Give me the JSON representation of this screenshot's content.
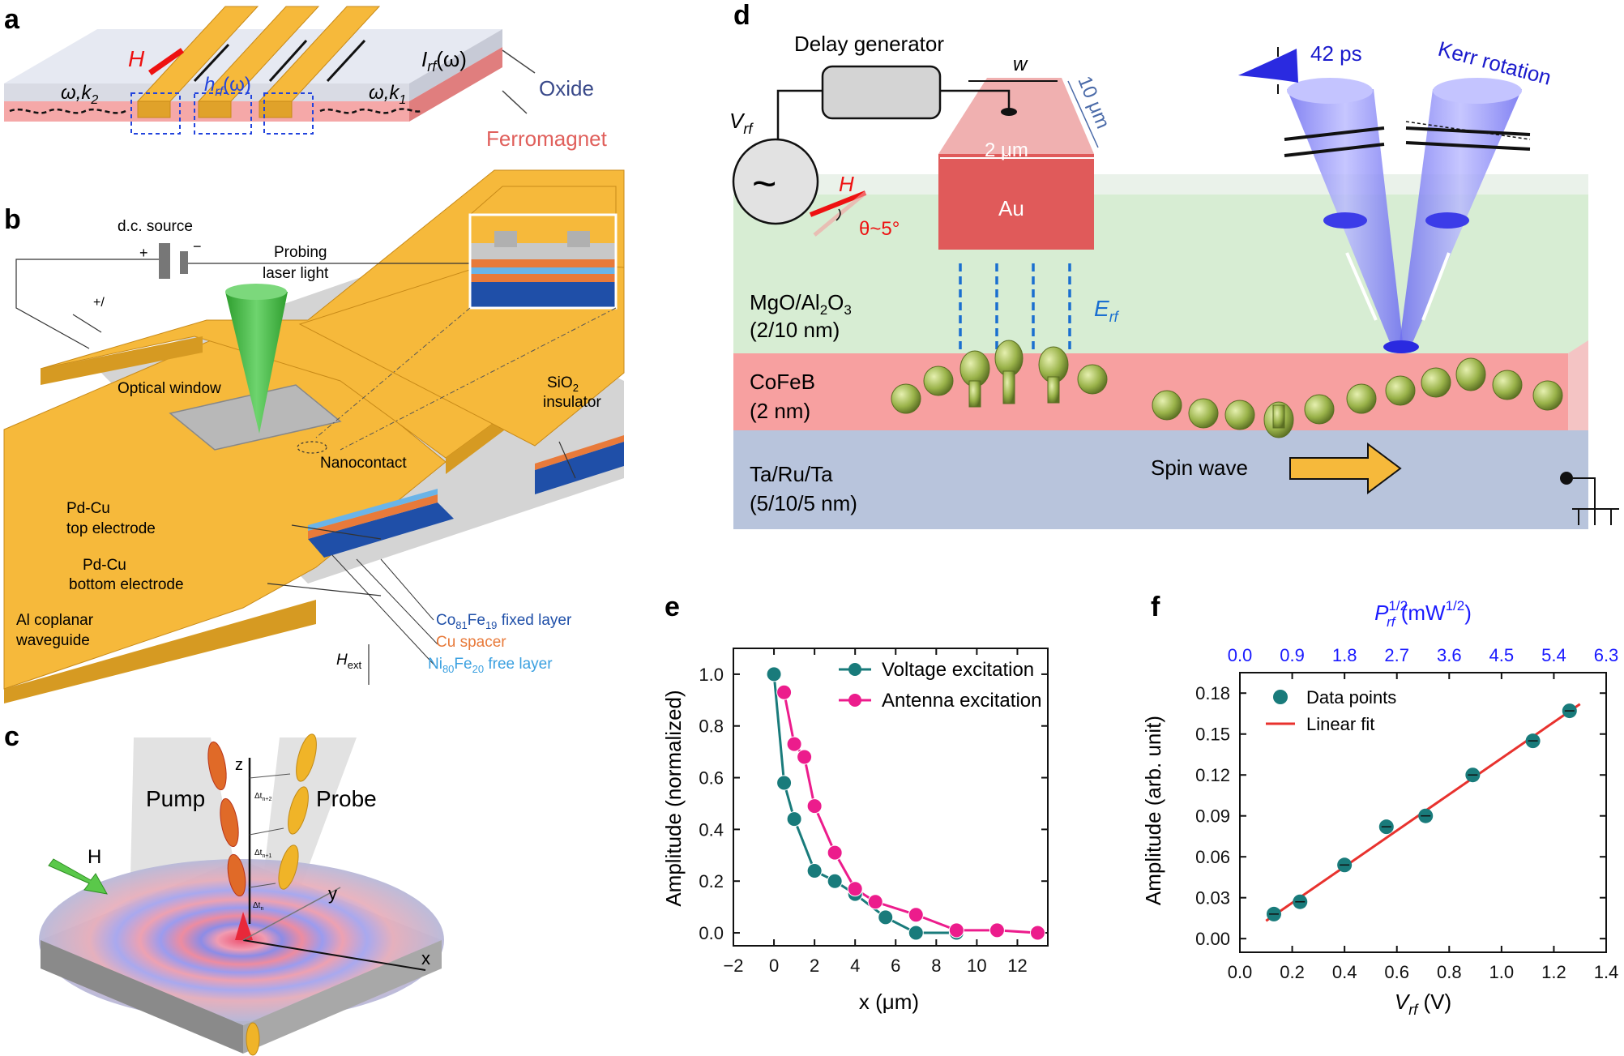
{
  "panel_labels": {
    "a": "a",
    "b": "b",
    "c": "c",
    "d": "d",
    "e": "e",
    "f": "f"
  },
  "panel_a": {
    "field": "H",
    "current": "I",
    "current_sub": "rf",
    "current_arg": "(ω)",
    "h_main": "h",
    "h_sub": "rf",
    "h_arg": "(ω)",
    "wave_left": "ω,k",
    "wave_left_sub": "2",
    "wave_right": "ω,k",
    "wave_right_sub": "1",
    "oxide": "Oxide",
    "ferromagnet": "Ferromagnet"
  },
  "panel_b": {
    "dc_source": "d.c. source",
    "plus": "+",
    "minus": "−",
    "plus_minus": "+/",
    "probe_l1": "Probing",
    "probe_l2": "laser light",
    "optical_window": "Optical window",
    "sio2_a": "SiO",
    "sio2_sub": "2",
    "sio2_b": "insulator",
    "nanocontact": "Nanocontact",
    "top_e1": "Pd-Cu",
    "top_e2": "top electrode",
    "bot_e1": "Pd-Cu",
    "bot_e2": "bottom electrode",
    "wg1": "Al coplanar",
    "wg2": "waveguide",
    "co_a": "Co",
    "co_s1": "81",
    "co_b": "Fe",
    "co_s2": "19",
    "co_c": " fixed layer",
    "cu": "Cu spacer",
    "ni_a": "Ni",
    "ni_s1": "80",
    "ni_b": "Fe",
    "ni_s2": "20",
    "ni_c": " free layer",
    "hext": "H",
    "hext_sub": "ext"
  },
  "panel_c": {
    "pump": "Pump",
    "probe": "Probe",
    "field": "H",
    "z": "z",
    "y": "y",
    "x": "x",
    "dt0": "Δt",
    "dt0_sub": "n",
    "dt1": "Δt",
    "dt1_sub": "n+1",
    "dt2": "Δt",
    "dt2_sub": "n+2"
  },
  "panel_d": {
    "delay_gen": "Delay generator",
    "vrf": "V",
    "vrf_sub": "rf",
    "tilde": "~",
    "w": "w",
    "width": "2 μm",
    "length": "10 μm",
    "au": "Au",
    "field": "H",
    "theta": "θ~5°",
    "mgo_l1": "MgO/Al",
    "mgo_s1": "2",
    "mgo_l1b": "O",
    "mgo_s2": "3",
    "mgo_l2": "(2/10 nm)",
    "erf": "E",
    "erf_sub": "rf",
    "cofeb_l1": "CoFeB",
    "cofeb_l2": "(2 nm)",
    "ta_l1": "Ta/Ru/Ta",
    "ta_l2": "(5/10/5 nm)",
    "spin_wave": "Spin wave",
    "pulse": "42 ps",
    "kerr": "Kerr rotation"
  },
  "colors": {
    "teal": "#197b7b",
    "pink": "#ec1c8c",
    "fit": "#e8322e",
    "blue_axis": "#1a1aff",
    "gold": "#f6b93b",
    "au_red": "#e05a5a"
  },
  "chart_data": [
    {
      "panel": "e",
      "type": "line",
      "title": "",
      "xlabel": "x (μm)",
      "ylabel": "Amplitude (normalized)",
      "xlim": [
        -2,
        13.5
      ],
      "ylim": [
        -0.05,
        1.1
      ],
      "xticks": [
        "−2",
        "0",
        "2",
        "4",
        "6",
        "8",
        "10",
        "12"
      ],
      "xtick_values": [
        -2,
        0,
        2,
        4,
        6,
        8,
        10,
        12
      ],
      "yticks": [
        "0.0",
        "0.2",
        "0.4",
        "0.6",
        "0.8",
        "1.0"
      ],
      "ytick_values": [
        0,
        0.2,
        0.4,
        0.6,
        0.8,
        1.0
      ],
      "legend_position": "top-right",
      "series": [
        {
          "name": "Voltage excitation",
          "color": "#197b7b",
          "x": [
            0,
            0.5,
            1,
            2,
            3,
            4,
            5.5,
            7,
            9
          ],
          "y": [
            1.0,
            0.58,
            0.44,
            0.24,
            0.2,
            0.15,
            0.06,
            0.0,
            0.0
          ]
        },
        {
          "name": "Antenna excitation",
          "color": "#ec1c8c",
          "x": [
            0.5,
            1,
            1.5,
            2,
            3,
            4,
            5,
            7,
            9,
            11,
            13
          ],
          "y": [
            0.93,
            0.73,
            0.68,
            0.49,
            0.31,
            0.17,
            0.12,
            0.07,
            0.01,
            0.01,
            0.0
          ]
        }
      ]
    },
    {
      "panel": "f",
      "type": "scatter",
      "title": "",
      "xlabel": "V_rf (V)",
      "ylabel": "Amplitude (arb. unit)",
      "top_xlabel": "P_rf^1/2 (mW^1/2)",
      "xlim": [
        0,
        1.4
      ],
      "ylim": [
        -0.01,
        0.195
      ],
      "xticks": [
        "0.0",
        "0.2",
        "0.4",
        "0.6",
        "0.8",
        "1.0",
        "1.2",
        "1.4"
      ],
      "xtick_values": [
        0,
        0.2,
        0.4,
        0.6,
        0.8,
        1.0,
        1.2,
        1.4
      ],
      "yticks": [
        "0.00",
        "0.03",
        "0.06",
        "0.09",
        "0.12",
        "0.15",
        "0.18"
      ],
      "ytick_values": [
        0,
        0.03,
        0.06,
        0.09,
        0.12,
        0.15,
        0.18
      ],
      "top_xticks": [
        "0.0",
        "0.9",
        "1.8",
        "2.7",
        "3.6",
        "4.5",
        "5.4",
        "6.3"
      ],
      "legend_position": "top-left",
      "series": [
        {
          "name": "Data points",
          "color": "#197b7b",
          "x": [
            0.13,
            0.23,
            0.4,
            0.56,
            0.71,
            0.89,
            1.12,
            1.26
          ],
          "y": [
            0.018,
            0.027,
            0.054,
            0.082,
            0.09,
            0.12,
            0.145,
            0.167
          ]
        },
        {
          "name": "Linear fit",
          "color": "#e8322e",
          "x": [
            0.1,
            1.3
          ],
          "y": [
            0.013,
            0.172
          ]
        }
      ]
    }
  ]
}
